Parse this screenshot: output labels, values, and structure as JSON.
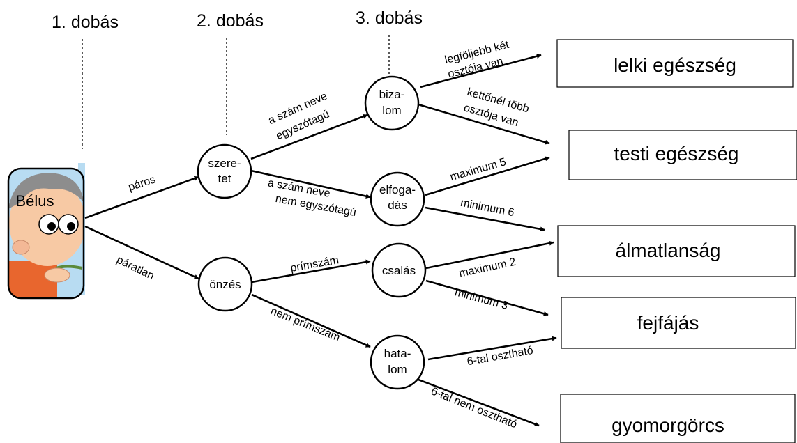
{
  "headers": [
    "1. dobás",
    "2. dobás",
    "3. dobás"
  ],
  "character": {
    "name": "Bélus",
    "icon": "cartoon-boy-icon",
    "colors": {
      "skin": "#f7c9a4",
      "hair": "#8d8d8d",
      "shirt": "#e8662e",
      "background": "#b8dcf2"
    }
  },
  "nodes": {
    "szeretet": [
      "szere-",
      "tet"
    ],
    "onzes": [
      "önzés"
    ],
    "bizalom": [
      "biza-",
      "lom"
    ],
    "elfogadas": [
      "elfoga-",
      "dás"
    ],
    "csalas": [
      "csalás"
    ],
    "hatalom": [
      "hata-",
      "lom"
    ]
  },
  "edges": {
    "paros": "páros",
    "paratlan": "páratlan",
    "egyszotagu": [
      "a szám neve",
      "egyszótagú"
    ],
    "nem_egyszotagu": [
      "a szám neve",
      "nem egyszótagú"
    ],
    "primszam": "prímszám",
    "nem_primszam": "nem prímszám",
    "legfeljebb_ket": [
      "legföljebb két",
      "osztója van"
    ],
    "kettonel_tobb": [
      "kettőnél több",
      "osztója van"
    ],
    "maximum5": "maximum 5",
    "minimum6": "minimum 6",
    "maximum2": "maximum 2",
    "minimum3": "minimum 3",
    "hattal_oszthato": "6-tal osztható",
    "hattal_nem_oszthato": "6-tal nem osztható"
  },
  "outcomes": [
    "lelki egészség",
    "testi egészség",
    "álmatlanság",
    "fejfájás",
    "gyomorgörcs"
  ]
}
